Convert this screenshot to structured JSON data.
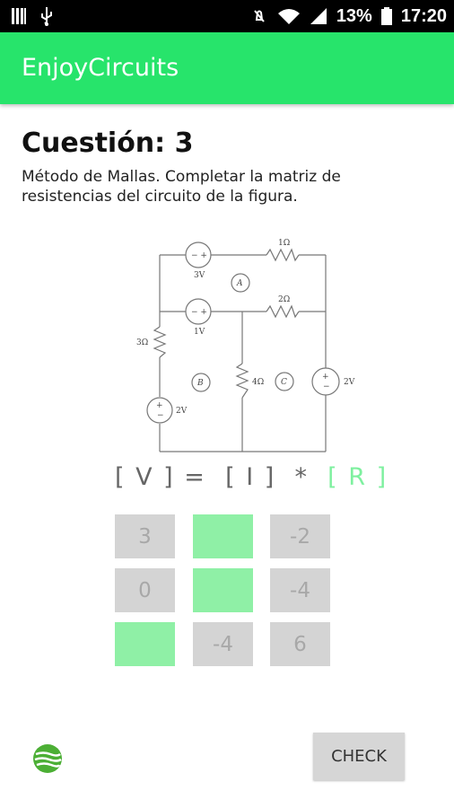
{
  "status_bar": {
    "battery": "13%",
    "time": "17:20",
    "icons": [
      "sim-card-icon",
      "usb-icon",
      "mute-icon",
      "wifi-icon",
      "signal-icon",
      "battery-icon"
    ]
  },
  "app_bar": {
    "title": "EnjoyCircuits",
    "color": "#27e46b"
  },
  "question": {
    "title": "Cuestión: 3",
    "text": "Método de Mallas. Completar la matriz de resistencias del circuito de la figura."
  },
  "circuit": {
    "sources": [
      "3V",
      "1V",
      "2V",
      "2V"
    ],
    "resistors": [
      "1Ω",
      "2Ω",
      "3Ω",
      "4Ω"
    ],
    "meshes": [
      "A",
      "B",
      "C"
    ]
  },
  "equation": {
    "v": "[ V ]",
    "eq": "=",
    "i": "[ I ]",
    "op": "*",
    "r": "[ R ]"
  },
  "matrix": {
    "cells": [
      "3",
      "",
      "-2",
      "0",
      "",
      "-4",
      "",
      "-4",
      "6"
    ]
  },
  "check_button": {
    "label": "CHECK"
  }
}
